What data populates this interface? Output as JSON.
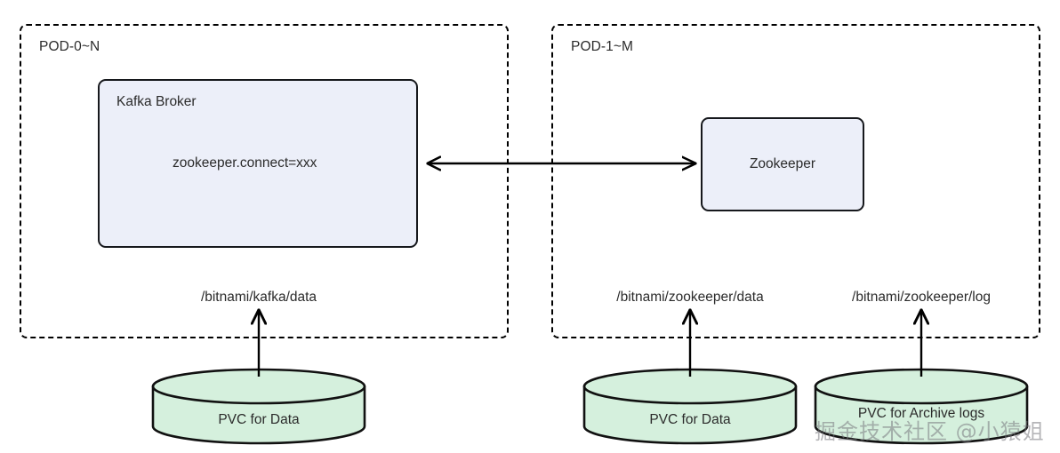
{
  "diagram": {
    "title": "Kafka and Zookeeper StatefulSet pods with PVC storage",
    "colors": {
      "process_fill": "#eceff9",
      "process_stroke": "#16181c",
      "storage_fill": "#d5f0dd",
      "storage_stroke": "#111111",
      "container_stroke": "#000000",
      "text": "#2b2b2b"
    },
    "containers": [
      {
        "id": "pod-0",
        "label": "POD-0~N"
      },
      {
        "id": "pod-1",
        "label": "POD-1~M"
      }
    ],
    "nodes": [
      {
        "id": "kafka-broker",
        "title": "Kafka Broker",
        "config": "zookeeper.connect=xxx",
        "shape": "rounded-rect"
      },
      {
        "id": "zookeeper",
        "title": "Zookeeper",
        "shape": "rounded-rect"
      }
    ],
    "mount_paths": [
      {
        "id": "kafka-data",
        "label": "/bitnami/kafka/data"
      },
      {
        "id": "zookeeper-data",
        "label": "/bitnami/zookeeper/data"
      },
      {
        "id": "zookeeper-log",
        "label": "/bitnami/zookeeper/log"
      }
    ],
    "volumes": [
      {
        "id": "pvc-kafka-data",
        "label": "PVC for Data"
      },
      {
        "id": "pvc-zookeeper-data",
        "label": "PVC for Data"
      },
      {
        "id": "pvc-zookeeper-log",
        "label": "PVC for Archive logs"
      }
    ],
    "connections": [
      {
        "id": "kafka-zookeeper-link",
        "from": "kafka-broker",
        "to": "zookeeper",
        "style": "bidirectional"
      }
    ],
    "watermark": "掘金技术社区 @小猿姐"
  }
}
